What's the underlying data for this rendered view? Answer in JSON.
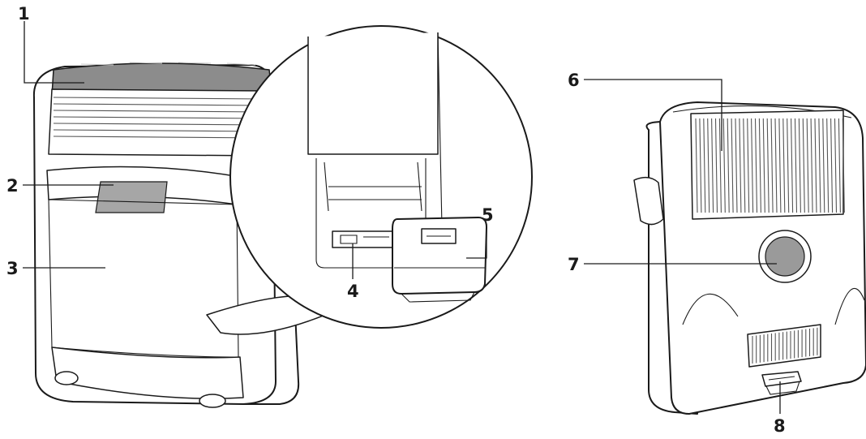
{
  "callouts": [
    {
      "id": "1",
      "label": "1"
    },
    {
      "id": "2",
      "label": "2"
    },
    {
      "id": "3",
      "label": "3"
    },
    {
      "id": "4",
      "label": "4"
    },
    {
      "id": "5",
      "label": "5"
    },
    {
      "id": "6",
      "label": "6"
    },
    {
      "id": "7",
      "label": "7"
    },
    {
      "id": "8",
      "label": "8"
    }
  ],
  "colors": {
    "outline": "#1a1a1a",
    "panel_fill": "#ffffff",
    "grille_top": "#8c8c8c",
    "display_window": "#a6a6a6",
    "hose_outlet": "#9a9a9a"
  }
}
